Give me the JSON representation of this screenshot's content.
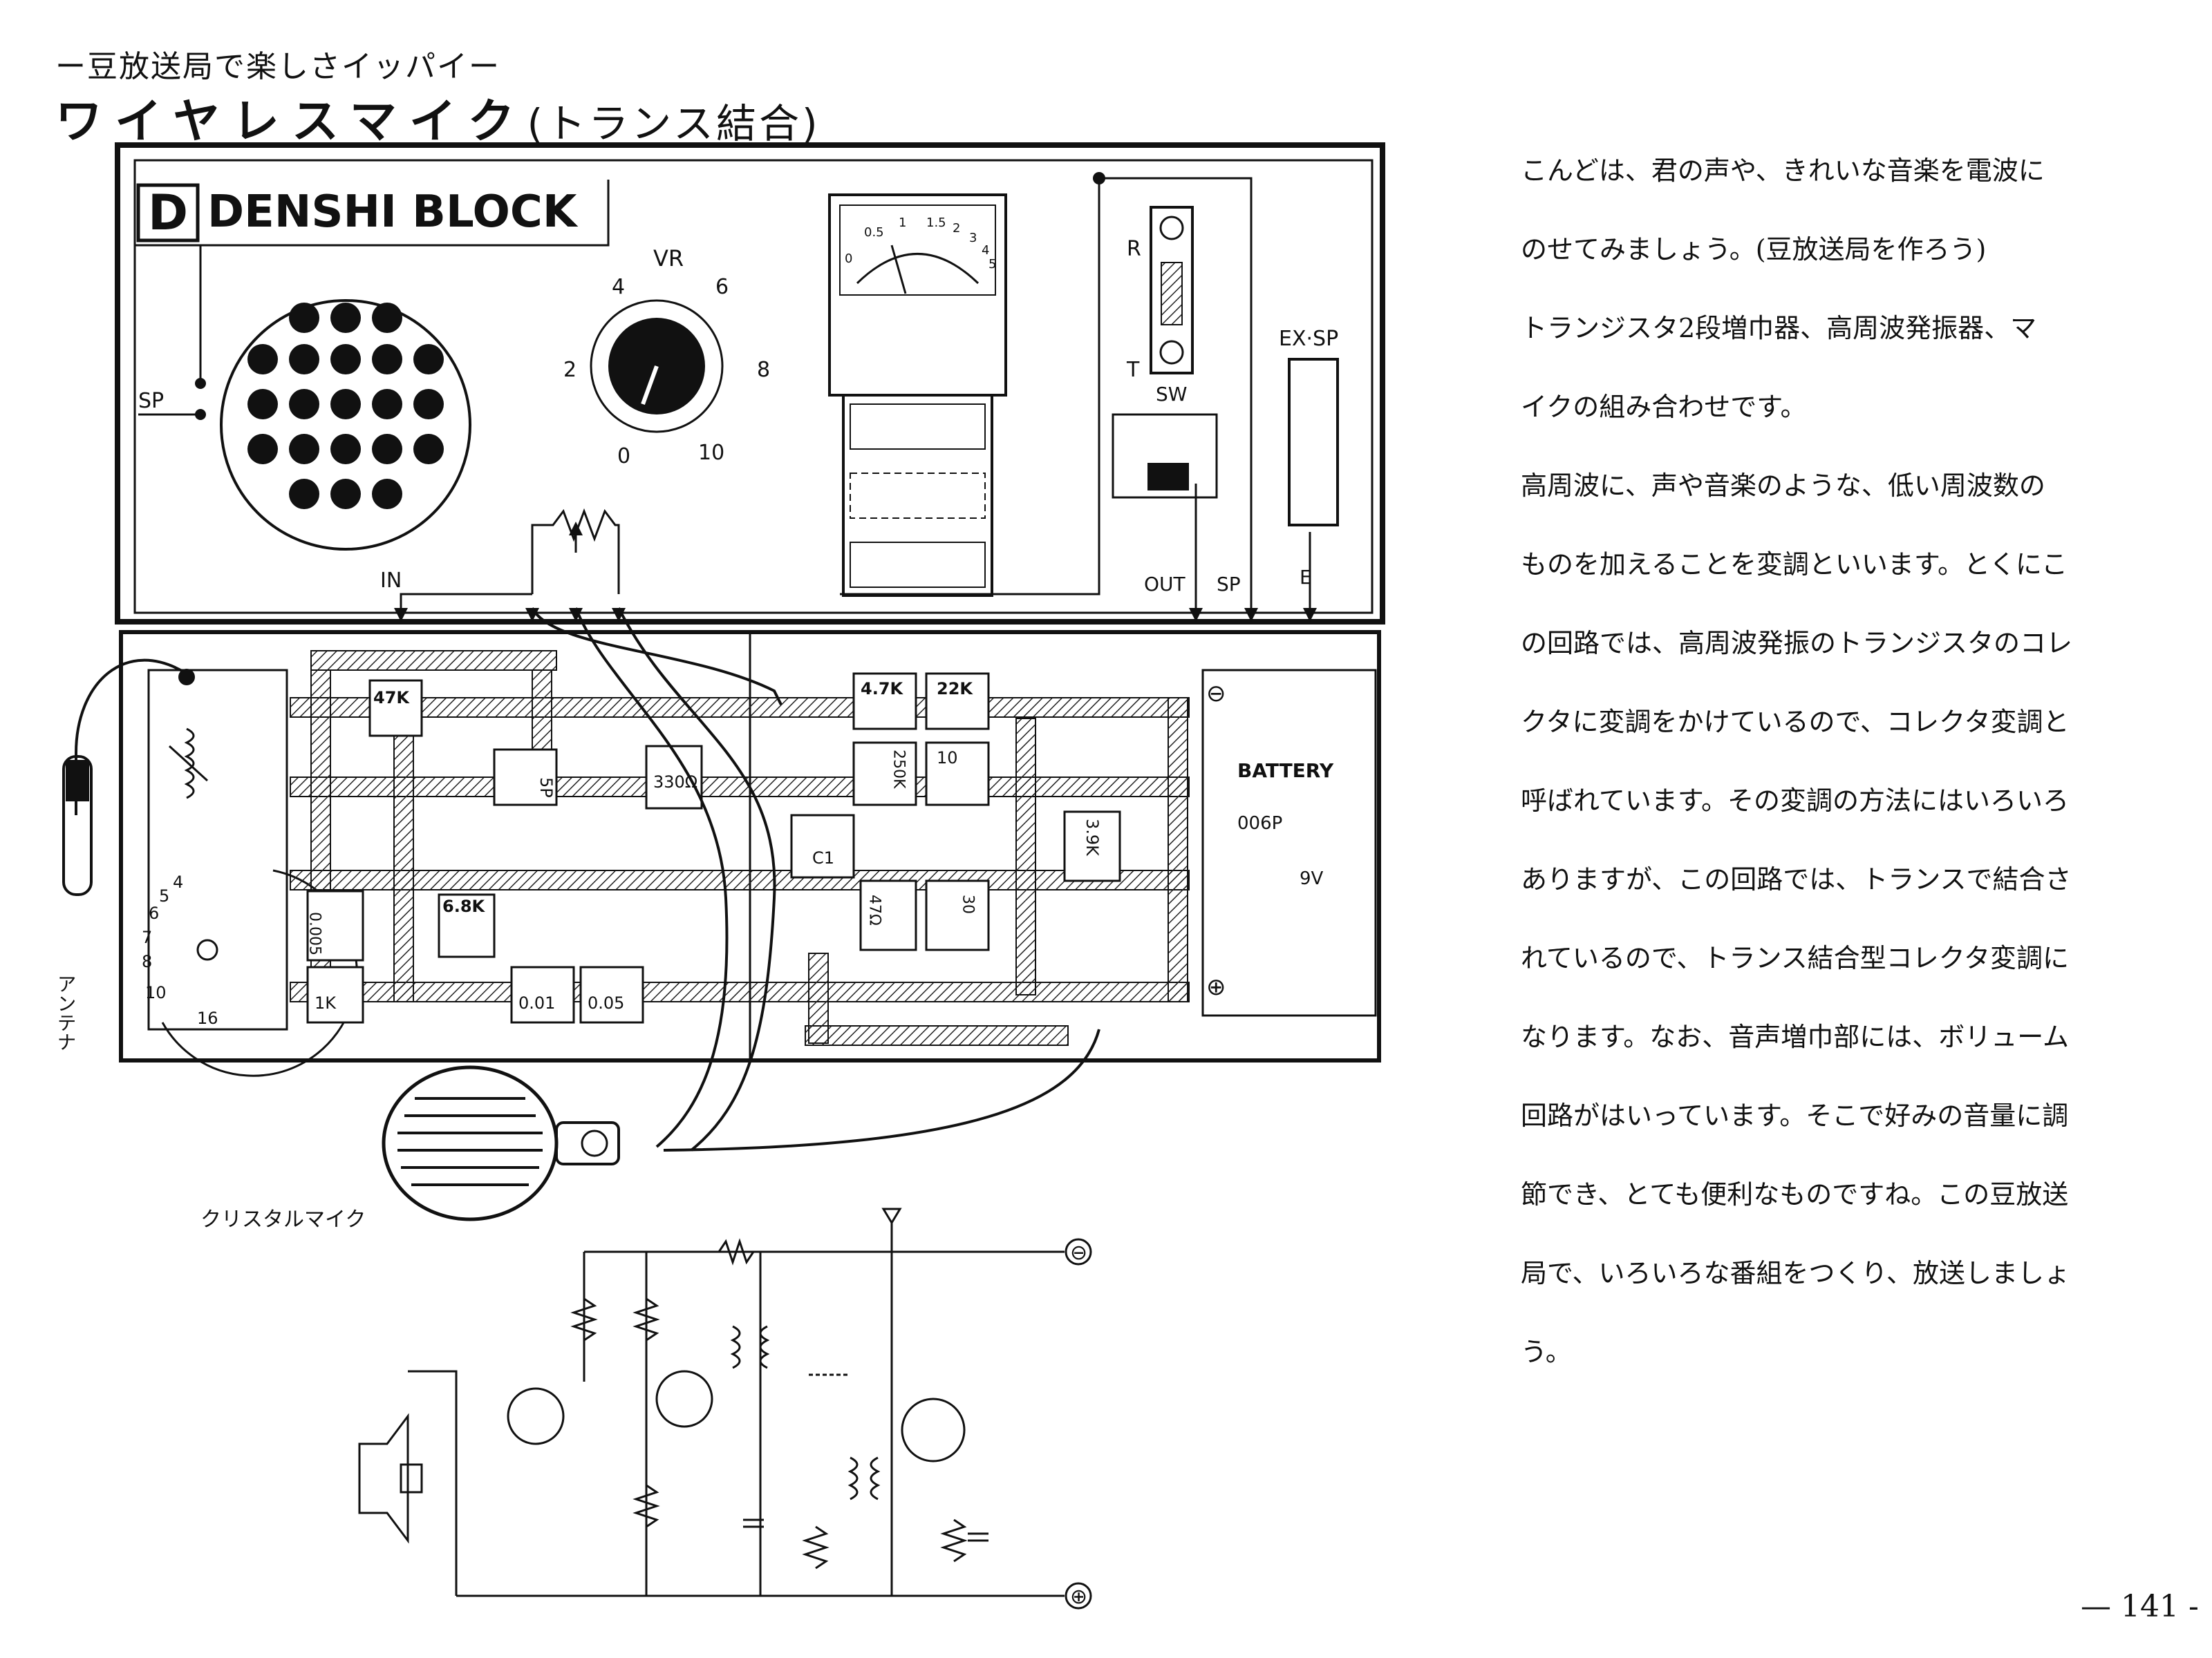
{
  "header": {
    "subtitle": "ー豆放送局で楽しさイッパイー",
    "title_main": "ワイヤレスマイク",
    "title_paren": "(トランス結合)"
  },
  "figure": {
    "logo_letter": "D",
    "brand": "DENSHI BLOCK",
    "labels": {
      "vr": "VR",
      "sp": "SP",
      "in": "IN",
      "out": "OUT",
      "sp2": "SP",
      "e": "E",
      "r": "R",
      "t": "T",
      "sw": "SW",
      "ex_sp": "EX·SP",
      "battery": "BATTERY",
      "battery_model": "006P",
      "battery_voltage": "9V",
      "antenna": "アンテナ",
      "crystal_mic": "クリスタルマイク",
      "minus": "⊖",
      "plus": "⊕"
    },
    "dial_numbers": [
      "0",
      "2",
      "4",
      "6",
      "8",
      "10"
    ],
    "meter_scale": [
      "0",
      "0.5",
      "1",
      "1.5",
      "2",
      "3",
      "4",
      "5"
    ],
    "tuning_dial_numbers": [
      "16",
      "10",
      "8",
      "7",
      "6",
      "5",
      "4"
    ],
    "component_values": [
      "47K",
      "5P",
      "330Ω",
      "6.8K",
      "0.005",
      "1K",
      "0.01",
      "0.05",
      "4.7K",
      "22K",
      "250K",
      "10",
      "C1",
      "3.9K",
      "47Ω",
      "30"
    ],
    "schematic_terminals": [
      "⊖",
      "⊕"
    ]
  },
  "body": {
    "paragraphs": [
      "こんどは、君の声や、きれいな音楽を電波に",
      "のせてみましょう。(豆放送局を作ろう)",
      "トランジスタ2段増巾器、高周波発振器、マ",
      "イクの組み合わせです。",
      "高周波に、声や音楽のような、低い周波数の",
      "ものを加えることを変調といいます。とくにこ",
      "の回路では、高周波発振のトランジスタのコレ",
      "クタに変調をかけているので、コレクタ変調と",
      "呼ばれています。その変調の方法にはいろいろ",
      "ありますが、この回路では、トランスで結合さ",
      "れているので、トランス結合型コレクタ変調に",
      "なります。なお、音声増巾部には、ボリューム",
      "回路がはいっています。そこで好みの音量に調",
      "節でき、とても便利なものですね。この豆放送",
      "局で、いろいろな番組をつくり、放送しましょ",
      "う。"
    ]
  },
  "page_number": "— 141 -"
}
